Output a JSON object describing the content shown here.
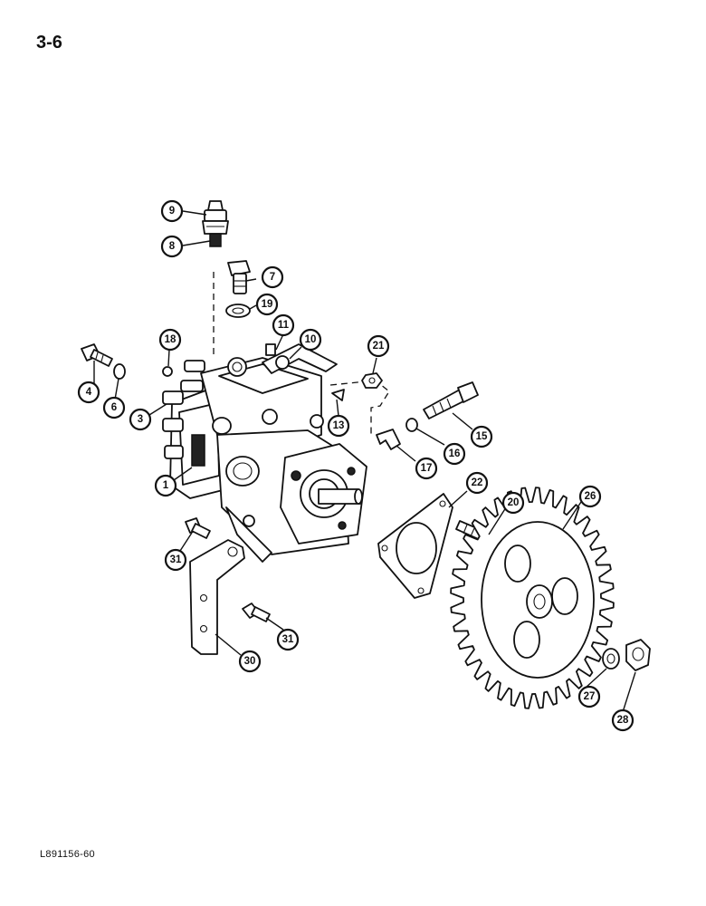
{
  "page": {
    "number": "3-6",
    "figure_code": "L891156-60"
  },
  "callouts": [
    {
      "id": "c1",
      "label": "1"
    },
    {
      "id": "c3",
      "label": "3"
    },
    {
      "id": "c4",
      "label": "4"
    },
    {
      "id": "c6",
      "label": "6"
    },
    {
      "id": "c7",
      "label": "7"
    },
    {
      "id": "c8",
      "label": "8"
    },
    {
      "id": "c9",
      "label": "9"
    },
    {
      "id": "c10",
      "label": "10"
    },
    {
      "id": "c11",
      "label": "11"
    },
    {
      "id": "c13",
      "label": "13"
    },
    {
      "id": "c15",
      "label": "15"
    },
    {
      "id": "c16",
      "label": "16"
    },
    {
      "id": "c17",
      "label": "17"
    },
    {
      "id": "c18",
      "label": "18"
    },
    {
      "id": "c19",
      "label": "19"
    },
    {
      "id": "c20",
      "label": "20"
    },
    {
      "id": "c21",
      "label": "21"
    },
    {
      "id": "c22",
      "label": "22"
    },
    {
      "id": "c26",
      "label": "26"
    },
    {
      "id": "c27",
      "label": "27"
    },
    {
      "id": "c28",
      "label": "28"
    },
    {
      "id": "c30",
      "label": "30"
    },
    {
      "id": "c31a",
      "label": "31"
    },
    {
      "id": "c31b",
      "label": "31"
    }
  ]
}
